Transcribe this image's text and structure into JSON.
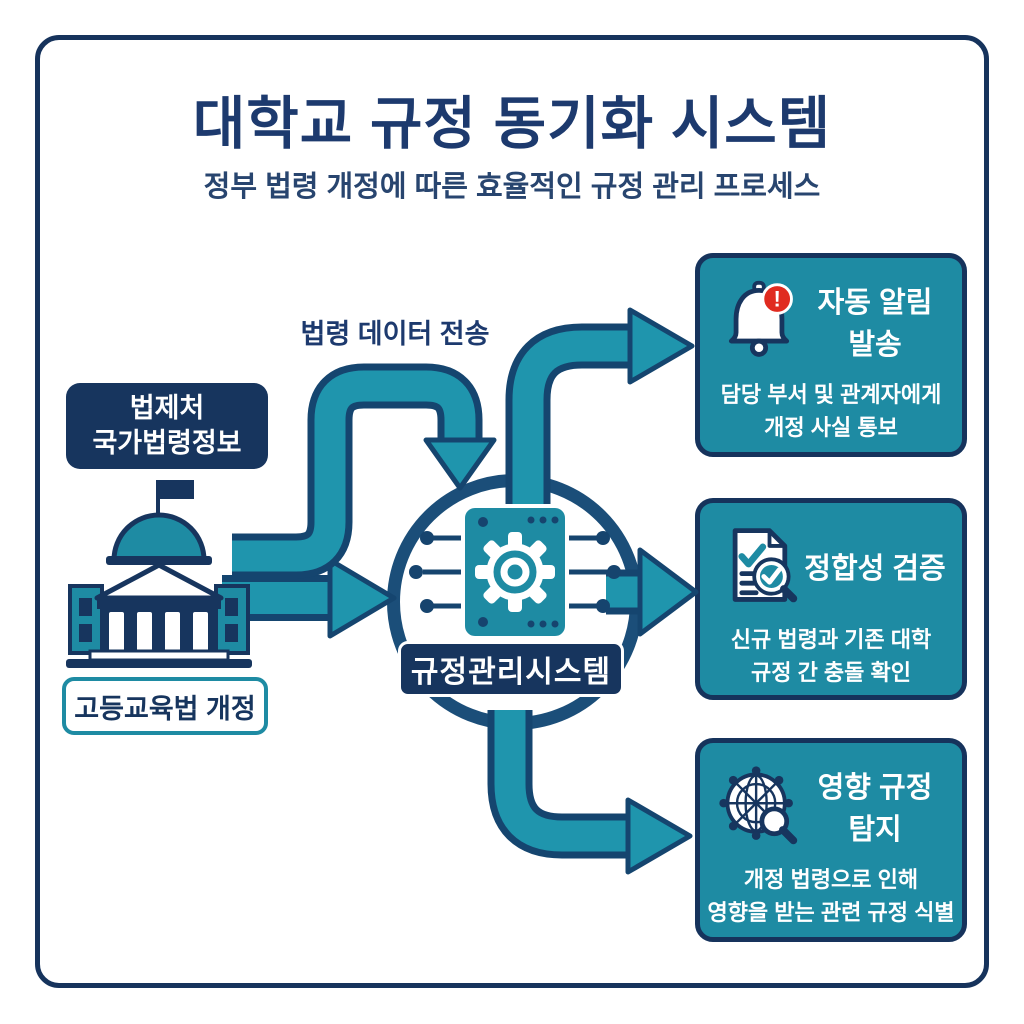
{
  "colors": {
    "navy": "#17355e",
    "frame_navy": "#16335c",
    "teal": "#1e8ba3",
    "arrow_teal": "#1f95ad",
    "arrow_outline": "#15456f",
    "ring_blue": "#1b4e79",
    "title_navy": "#1d3a6e",
    "badge_red": "#e02b20",
    "white": "#ffffff"
  },
  "header": {
    "title": "대학교 규정 동기화 시스템",
    "subtitle": "정부 법령 개정에 따른 효율적인 규정 관리 프로세스"
  },
  "source": {
    "line1": "법제처",
    "line2": "국가법령정보",
    "icon": "government-building-icon",
    "caption": "고등교육법 개정"
  },
  "flow": {
    "transfer_label": "법령 데이터 전송"
  },
  "system": {
    "label": "규정관리시스템",
    "icon": "chip-gear-icon"
  },
  "cards": [
    {
      "icon": "bell-alert-icon",
      "title": "자동 알림 발송",
      "desc_line1": "담당 부서 및 관계자에게",
      "desc_line2": "개정 사실 통보"
    },
    {
      "icon": "document-check-magnifier-icon",
      "title": "정합성 검증",
      "desc_line1": "신규 법령과 기존 대학",
      "desc_line2": "규정 간 충돌 확인"
    },
    {
      "icon": "network-magnifier-icon",
      "title": "영향 규정 탐지",
      "desc_line1": "개정 법령으로 인해",
      "desc_line2": "영향을 받는 관련 규정 식별"
    }
  ]
}
